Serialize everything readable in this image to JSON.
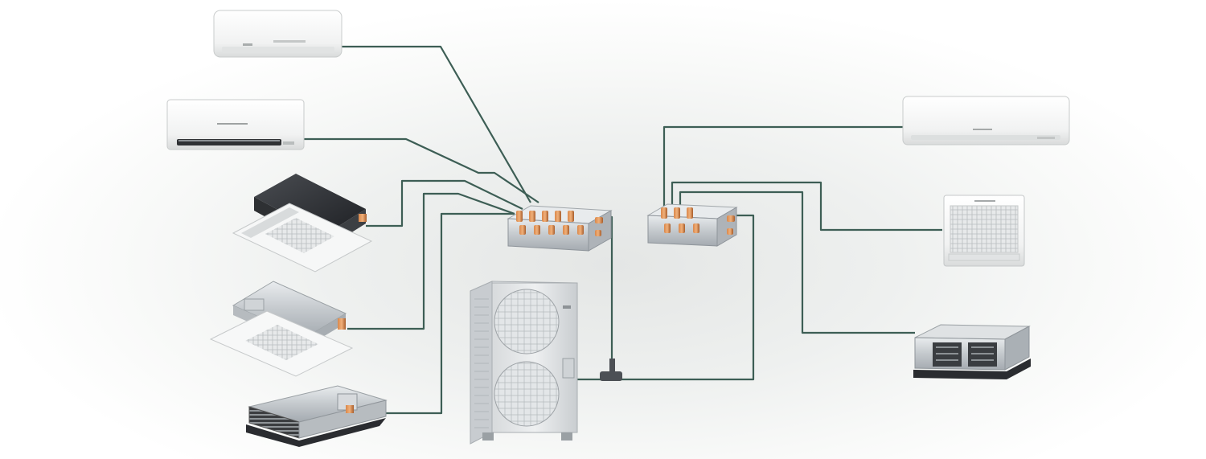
{
  "diagram": {
    "type": "multi-split air conditioning system layout",
    "pipe_color": "#3d5e55",
    "indoor_units_left": [
      {
        "id": "wall-mounted-unit-1",
        "kind": "wall-mounted"
      },
      {
        "id": "wall-mounted-unit-2",
        "kind": "wall-mounted"
      },
      {
        "id": "ceiling-cassette-unit-1",
        "kind": "4-way ceiling cassette"
      },
      {
        "id": "ceiling-cassette-unit-2",
        "kind": "4-way ceiling cassette"
      },
      {
        "id": "ducted-unit-1",
        "kind": "ceiling concealed ducted"
      }
    ],
    "indoor_units_right": [
      {
        "id": "wall-mounted-unit-3",
        "kind": "wall-mounted"
      },
      {
        "id": "floor-console-unit",
        "kind": "floor console"
      },
      {
        "id": "ducted-unit-2",
        "kind": "ceiling concealed ducted"
      }
    ],
    "branch_boxes": [
      {
        "id": "branch-box-1",
        "ports": 5
      },
      {
        "id": "branch-box-2",
        "ports": 3
      }
    ],
    "outdoor_unit": {
      "id": "outdoor-unit",
      "fans": 2
    },
    "joint": {
      "id": "refnet-joint"
    }
  }
}
